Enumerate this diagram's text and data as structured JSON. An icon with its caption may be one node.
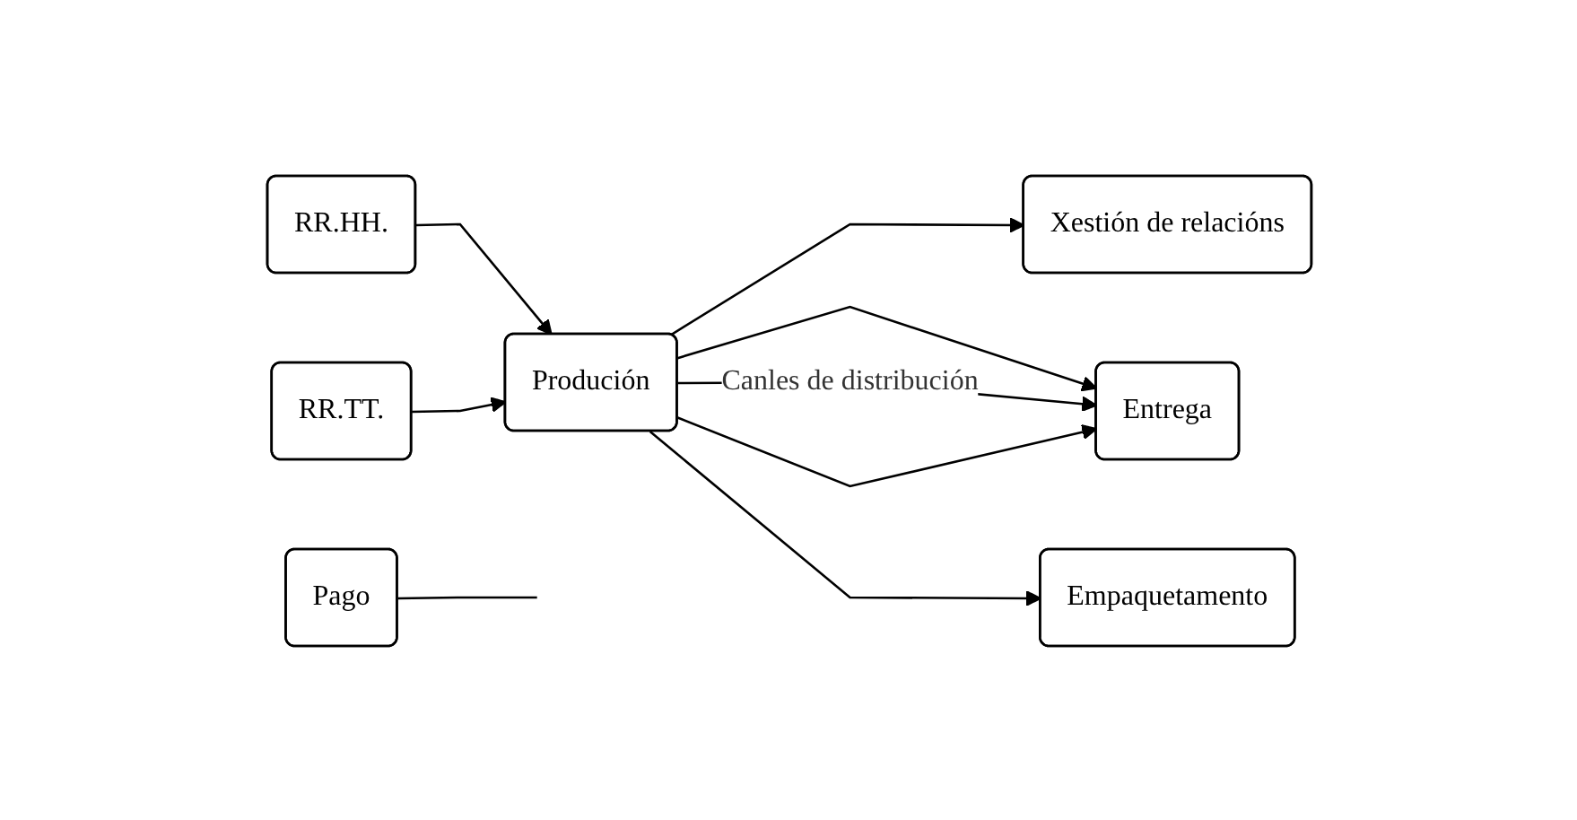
{
  "diagram": {
    "nodes": [
      {
        "text": [
          "RR.HH."
        ]
      },
      {
        "text": [
          "Xestión de relacións"
        ]
      },
      {
        "text": [
          "Produción"
        ]
      },
      {
        "text": [
          "Entrega"
        ]
      },
      {
        "text": [
          "Empaquetamento"
        ]
      },
      {
        "text": [
          "Pago"
        ]
      },
      {
        "text": [
          "RR.TT."
        ]
      }
    ],
    "edges": [
      {
        "from": 0,
        "to": 2,
        "arrow": "to"
      },
      {
        "from": 6,
        "to": 2,
        "arrow": "to"
      },
      {
        "from": 2,
        "to": 1,
        "arrow": "to"
      },
      {
        "from": 2,
        "to": 3,
        "arrow": "to"
      },
      {
        "from": 2,
        "to": 3,
        "label": "Canles de distribución",
        "arrow": "to"
      },
      {
        "from": 2,
        "to": 3,
        "arrow": "to"
      },
      {
        "from": 2,
        "to": 4,
        "arrow": "to"
      },
      {
        "from": 5,
        "to": null,
        "arrow": "none"
      }
    ]
  }
}
